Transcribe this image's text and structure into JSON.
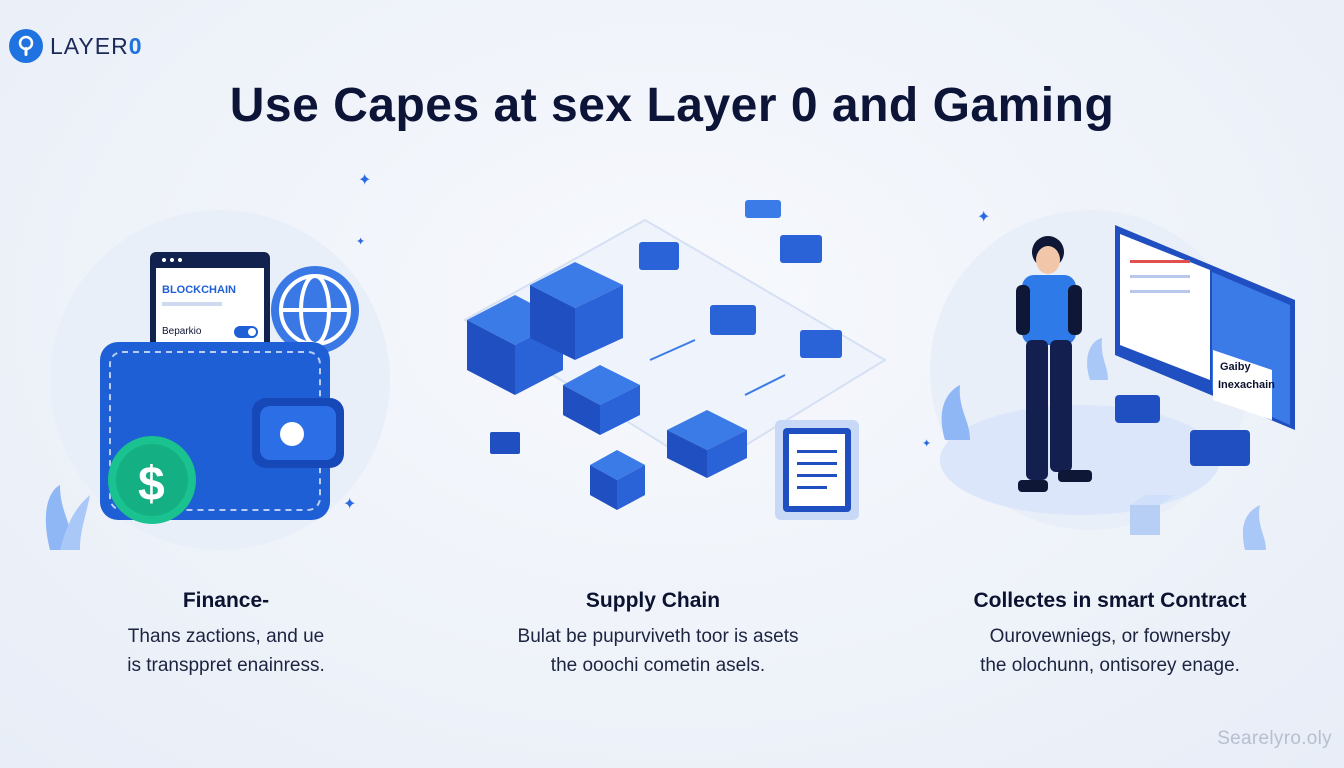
{
  "brand": {
    "name": "LAYER",
    "name_suffix": "0"
  },
  "title": "Use Capes at sex Layer 0 and Gaming",
  "columns": [
    {
      "heading": "Finance-",
      "lines": [
        "Thans zactions, and ue",
        "is transppret enainress."
      ],
      "screen_title": "BLOCKCHAIN",
      "screen_sub": "Beparkio",
      "icon": "wallet-icon"
    },
    {
      "heading": "Supply Chain",
      "lines": [
        "Bulat be pupurviveth toor is asets",
        "the ooochi cometin asels."
      ],
      "icon": "isometric-blocks-icon"
    },
    {
      "heading": "Collectes in smart Contract",
      "lines": [
        "Ourovewniegs, or fownersby",
        "the olochunn, ontisorey enage."
      ],
      "panel_text_1": "Gaiby",
      "panel_text_2": "Inexachain",
      "icon": "gamer-person-icon"
    }
  ],
  "watermark": "Searelyro.oly",
  "colors": {
    "brand_blue": "#1f5fd6",
    "dark_navy": "#0c1538",
    "green": "#19c28f",
    "light_blue": "#dbe6fb"
  }
}
